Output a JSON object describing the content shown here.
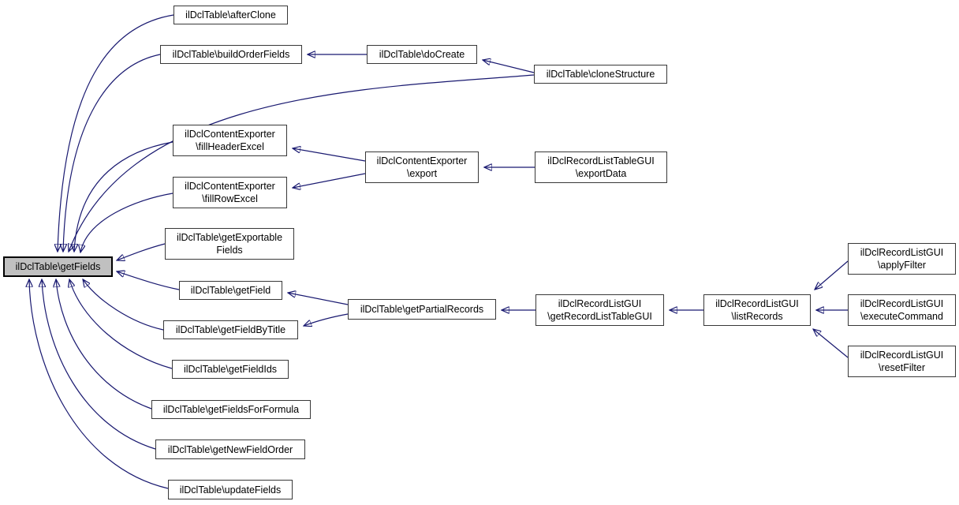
{
  "graph": {
    "kind": "caller-graph",
    "highlighted_node": "ilDclTable\\getFields",
    "colors": {
      "edge": "#191970",
      "node_border": "#383838",
      "node_fill": "#ffffff",
      "highlight_fill": "#c0c0c0",
      "text": "#000000",
      "background": "#ffffff"
    },
    "nodes": [
      {
        "id": "getFields",
        "label": "ilDclTable\\getFields",
        "highlighted": true
      },
      {
        "id": "afterClone",
        "label": "ilDclTable\\afterClone"
      },
      {
        "id": "buildOrderFields",
        "label": "ilDclTable\\buildOrderFields"
      },
      {
        "id": "doCreate",
        "label": "ilDclTable\\doCreate"
      },
      {
        "id": "cloneStructure",
        "label": "ilDclTable\\cloneStructure"
      },
      {
        "id": "fillHeaderExcel",
        "label": "ilDclContentExporter\n\\fillHeaderExcel"
      },
      {
        "id": "fillRowExcel",
        "label": "ilDclContentExporter\n\\fillRowExcel"
      },
      {
        "id": "export",
        "label": "ilDclContentExporter\n\\export"
      },
      {
        "id": "exportData",
        "label": "ilDclRecordListTableGUI\n\\exportData"
      },
      {
        "id": "getExportableFields",
        "label": "ilDclTable\\getExportable\nFields"
      },
      {
        "id": "getField",
        "label": "ilDclTable\\getField"
      },
      {
        "id": "getPartialRecords",
        "label": "ilDclTable\\getPartialRecords"
      },
      {
        "id": "getRecordListTableGUI",
        "label": "ilDclRecordListGUI\n\\getRecordListTableGUI"
      },
      {
        "id": "listRecords",
        "label": "ilDclRecordListGUI\n\\listRecords"
      },
      {
        "id": "applyFilter",
        "label": "ilDclRecordListGUI\n\\applyFilter"
      },
      {
        "id": "executeCommand",
        "label": "ilDclRecordListGUI\n\\executeCommand"
      },
      {
        "id": "resetFilter",
        "label": "ilDclRecordListGUI\n\\resetFilter"
      },
      {
        "id": "getFieldByTitle",
        "label": "ilDclTable\\getFieldByTitle"
      },
      {
        "id": "getFieldIds",
        "label": "ilDclTable\\getFieldIds"
      },
      {
        "id": "getFieldsForFormula",
        "label": "ilDclTable\\getFieldsForFormula"
      },
      {
        "id": "getNewFieldOrder",
        "label": "ilDclTable\\getNewFieldOrder"
      },
      {
        "id": "updateFields",
        "label": "ilDclTable\\updateFields"
      }
    ],
    "edges": [
      {
        "from": "afterClone",
        "to": "getFields"
      },
      {
        "from": "buildOrderFields",
        "to": "getFields"
      },
      {
        "from": "cloneStructure",
        "to": "getFields"
      },
      {
        "from": "cloneStructure",
        "to": "doCreate"
      },
      {
        "from": "doCreate",
        "to": "buildOrderFields"
      },
      {
        "from": "fillHeaderExcel",
        "to": "getFields"
      },
      {
        "from": "fillRowExcel",
        "to": "getFields"
      },
      {
        "from": "export",
        "to": "fillHeaderExcel"
      },
      {
        "from": "export",
        "to": "fillRowExcel"
      },
      {
        "from": "exportData",
        "to": "export"
      },
      {
        "from": "getExportableFields",
        "to": "getFields"
      },
      {
        "from": "getField",
        "to": "getFields"
      },
      {
        "from": "getPartialRecords",
        "to": "getField"
      },
      {
        "from": "getPartialRecords",
        "to": "getFieldByTitle"
      },
      {
        "from": "getRecordListTableGUI",
        "to": "getPartialRecords"
      },
      {
        "from": "listRecords",
        "to": "getRecordListTableGUI"
      },
      {
        "from": "applyFilter",
        "to": "listRecords"
      },
      {
        "from": "executeCommand",
        "to": "listRecords"
      },
      {
        "from": "resetFilter",
        "to": "listRecords"
      },
      {
        "from": "getFieldByTitle",
        "to": "getFields"
      },
      {
        "from": "getFieldIds",
        "to": "getFields"
      },
      {
        "from": "getFieldsForFormula",
        "to": "getFields"
      },
      {
        "from": "getNewFieldOrder",
        "to": "getFields"
      },
      {
        "from": "updateFields",
        "to": "getFields"
      }
    ]
  }
}
